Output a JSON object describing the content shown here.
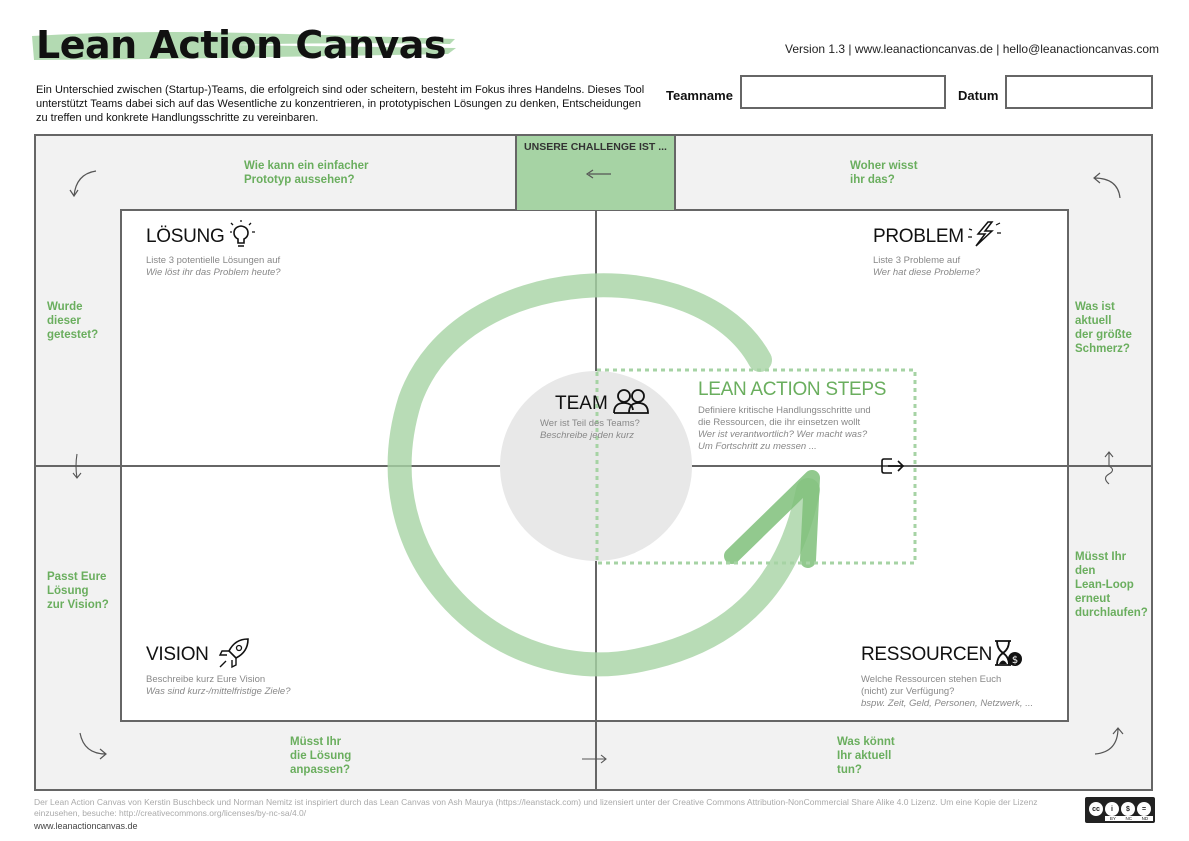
{
  "header": {
    "title": "Lean Action Canvas",
    "meta": "Version 1.3  |  www.leanactioncanvas.de  |  hello@leanactioncanvas.com",
    "intro": "Ein Unterschied zwischen (Startup-)Teams, die erfolgreich sind oder scheitern, besteht im Fokus ihres Handelns. Dieses Tool unterstützt Teams dabei sich auf das Wesentliche zu konzentrieren, in prototypischen Lösungen zu denken, Entscheidungen zu treffen und konkrete Handlungsschritte zu vereinbaren.",
    "teamname_label": "Teamname",
    "datum_label": "Datum",
    "teamname_value": "",
    "datum_value": ""
  },
  "challenge": {
    "label": "UNSERE CHALLENGE IST ..."
  },
  "questions": {
    "prototyp": "Wie kann ein einfacher\nPrototyp aussehen?",
    "woher": "Woher wisst\nihr das?",
    "getestet": "Wurde\ndieser\ngetestet?",
    "schmerz": "Was ist\naktuell\nder größte\nSchmerz?",
    "vision": "Passt Eure\nLösung\nzur Vision?",
    "loop": "Müsst Ihr\nden\nLean-Loop\nerneut\ndurchlaufen?",
    "anpassen": "Müsst Ihr\ndie Lösung\nanpassen?",
    "tun": "Was könnt\nIhr aktuell\ntun?"
  },
  "sections": {
    "loesung": {
      "title": "LÖSUNG",
      "line1": "Liste 3 potentielle Lösungen auf",
      "line2": "Wie löst ihr das Problem heute?"
    },
    "problem": {
      "title": "PROBLEM",
      "line1": "Liste 3 Probleme auf",
      "line2": "Wer hat diese Probleme?"
    },
    "vision": {
      "title": "VISION",
      "line1": "Beschreibe kurz Eure Vision",
      "line2": "Was sind kurz-/mittelfristige Ziele?"
    },
    "ressourcen": {
      "title": "RESSOURCEN",
      "line1": "Welche Ressourcen stehen Euch",
      "line1b": "(nicht) zur Verfügung?",
      "line2": "bspw. Zeit, Geld, Personen, Netzwerk,  ..."
    },
    "team": {
      "title": "TEAM",
      "line1": "Wer ist Teil des Teams?",
      "line2": "Beschreibe jeden kurz"
    },
    "las": {
      "title": "LEAN ACTION STEPS",
      "line1": "Definiere kritische Handlungsschritte und",
      "line1b": "die Ressourcen, die ihr einsetzen wollt",
      "line2": "Wer ist verantwortlich? Wer macht was?",
      "line2b": "Um Fortschritt zu messen ..."
    }
  },
  "footer": {
    "license": "Der Lean Action Canvas von Kerstin Buschbeck und Norman Nemitz ist inspiriert durch das Lean Canvas von Ash Maurya (https://leanstack.com) und lizensiert unter der Creative Commons Attribution-NonCommercial Share Alike 4.0 Lizenz. Um eine Kopie der Lizenz einzusehen, besuche: http://creativecommons.org/licenses/by-nc-sa/4.0/",
    "url": "www.leanactioncanvas.de",
    "cc_by": "BY",
    "cc_nc": "NC",
    "cc_nd": "ND"
  },
  "colors": {
    "accent": "#6aae5e",
    "challenge_bg": "#a6d3a4",
    "outer_bg": "#f2f2f2",
    "border": "#666666"
  },
  "icons": [
    "lightbulb-icon",
    "lightning-icon",
    "rocket-icon",
    "hourglass-money-icon",
    "people-icon",
    "export-icon",
    "creative-commons-icon"
  ]
}
